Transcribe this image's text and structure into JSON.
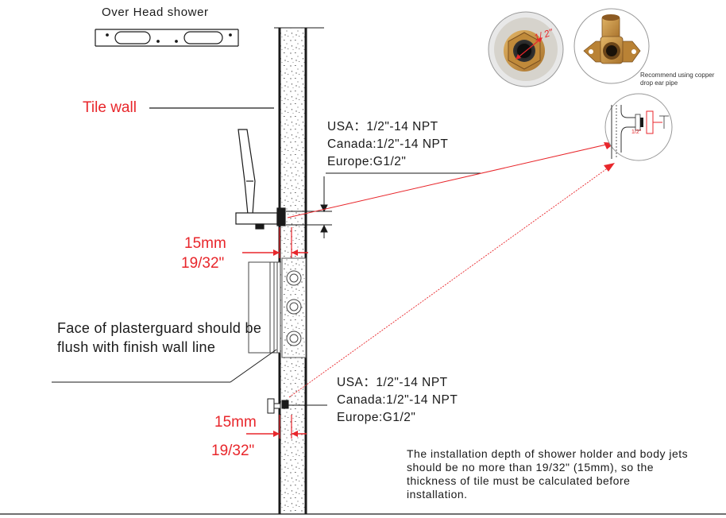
{
  "labels": {
    "overhead_title": "Over Head shower",
    "tile_wall": "Tile wall",
    "face_plasterguard": "Face of plasterguard should be flush with finish wall line",
    "recommend": "Recommend using copper drop ear pipe",
    "thread_photo": "1/ 2\"",
    "detail_thread": "1/2\""
  },
  "spec_top": {
    "usa": "USA：1/2\"-14 NPT",
    "canada": "Canada:1/2\"-14 NPT",
    "europe": "Europe:G1/2\""
  },
  "spec_bottom": {
    "usa": "USA：1/2\"-14 NPT",
    "canada": "Canada:1/2\"-14 NPT",
    "europe": "Europe:G1/2\""
  },
  "dim_top": {
    "mm": "15mm",
    "inch": "19/32\""
  },
  "dim_bottom": {
    "mm": "15mm",
    "inch": "19/32\""
  },
  "install_note": "The installation depth of shower holder and body jets should be no more than 19/32\" (15mm), so the thickness of tile must be calculated before installation.",
  "colors": {
    "accent_red": "#e8262b",
    "line": "#1a1a1a",
    "brass": "#c9953f"
  }
}
